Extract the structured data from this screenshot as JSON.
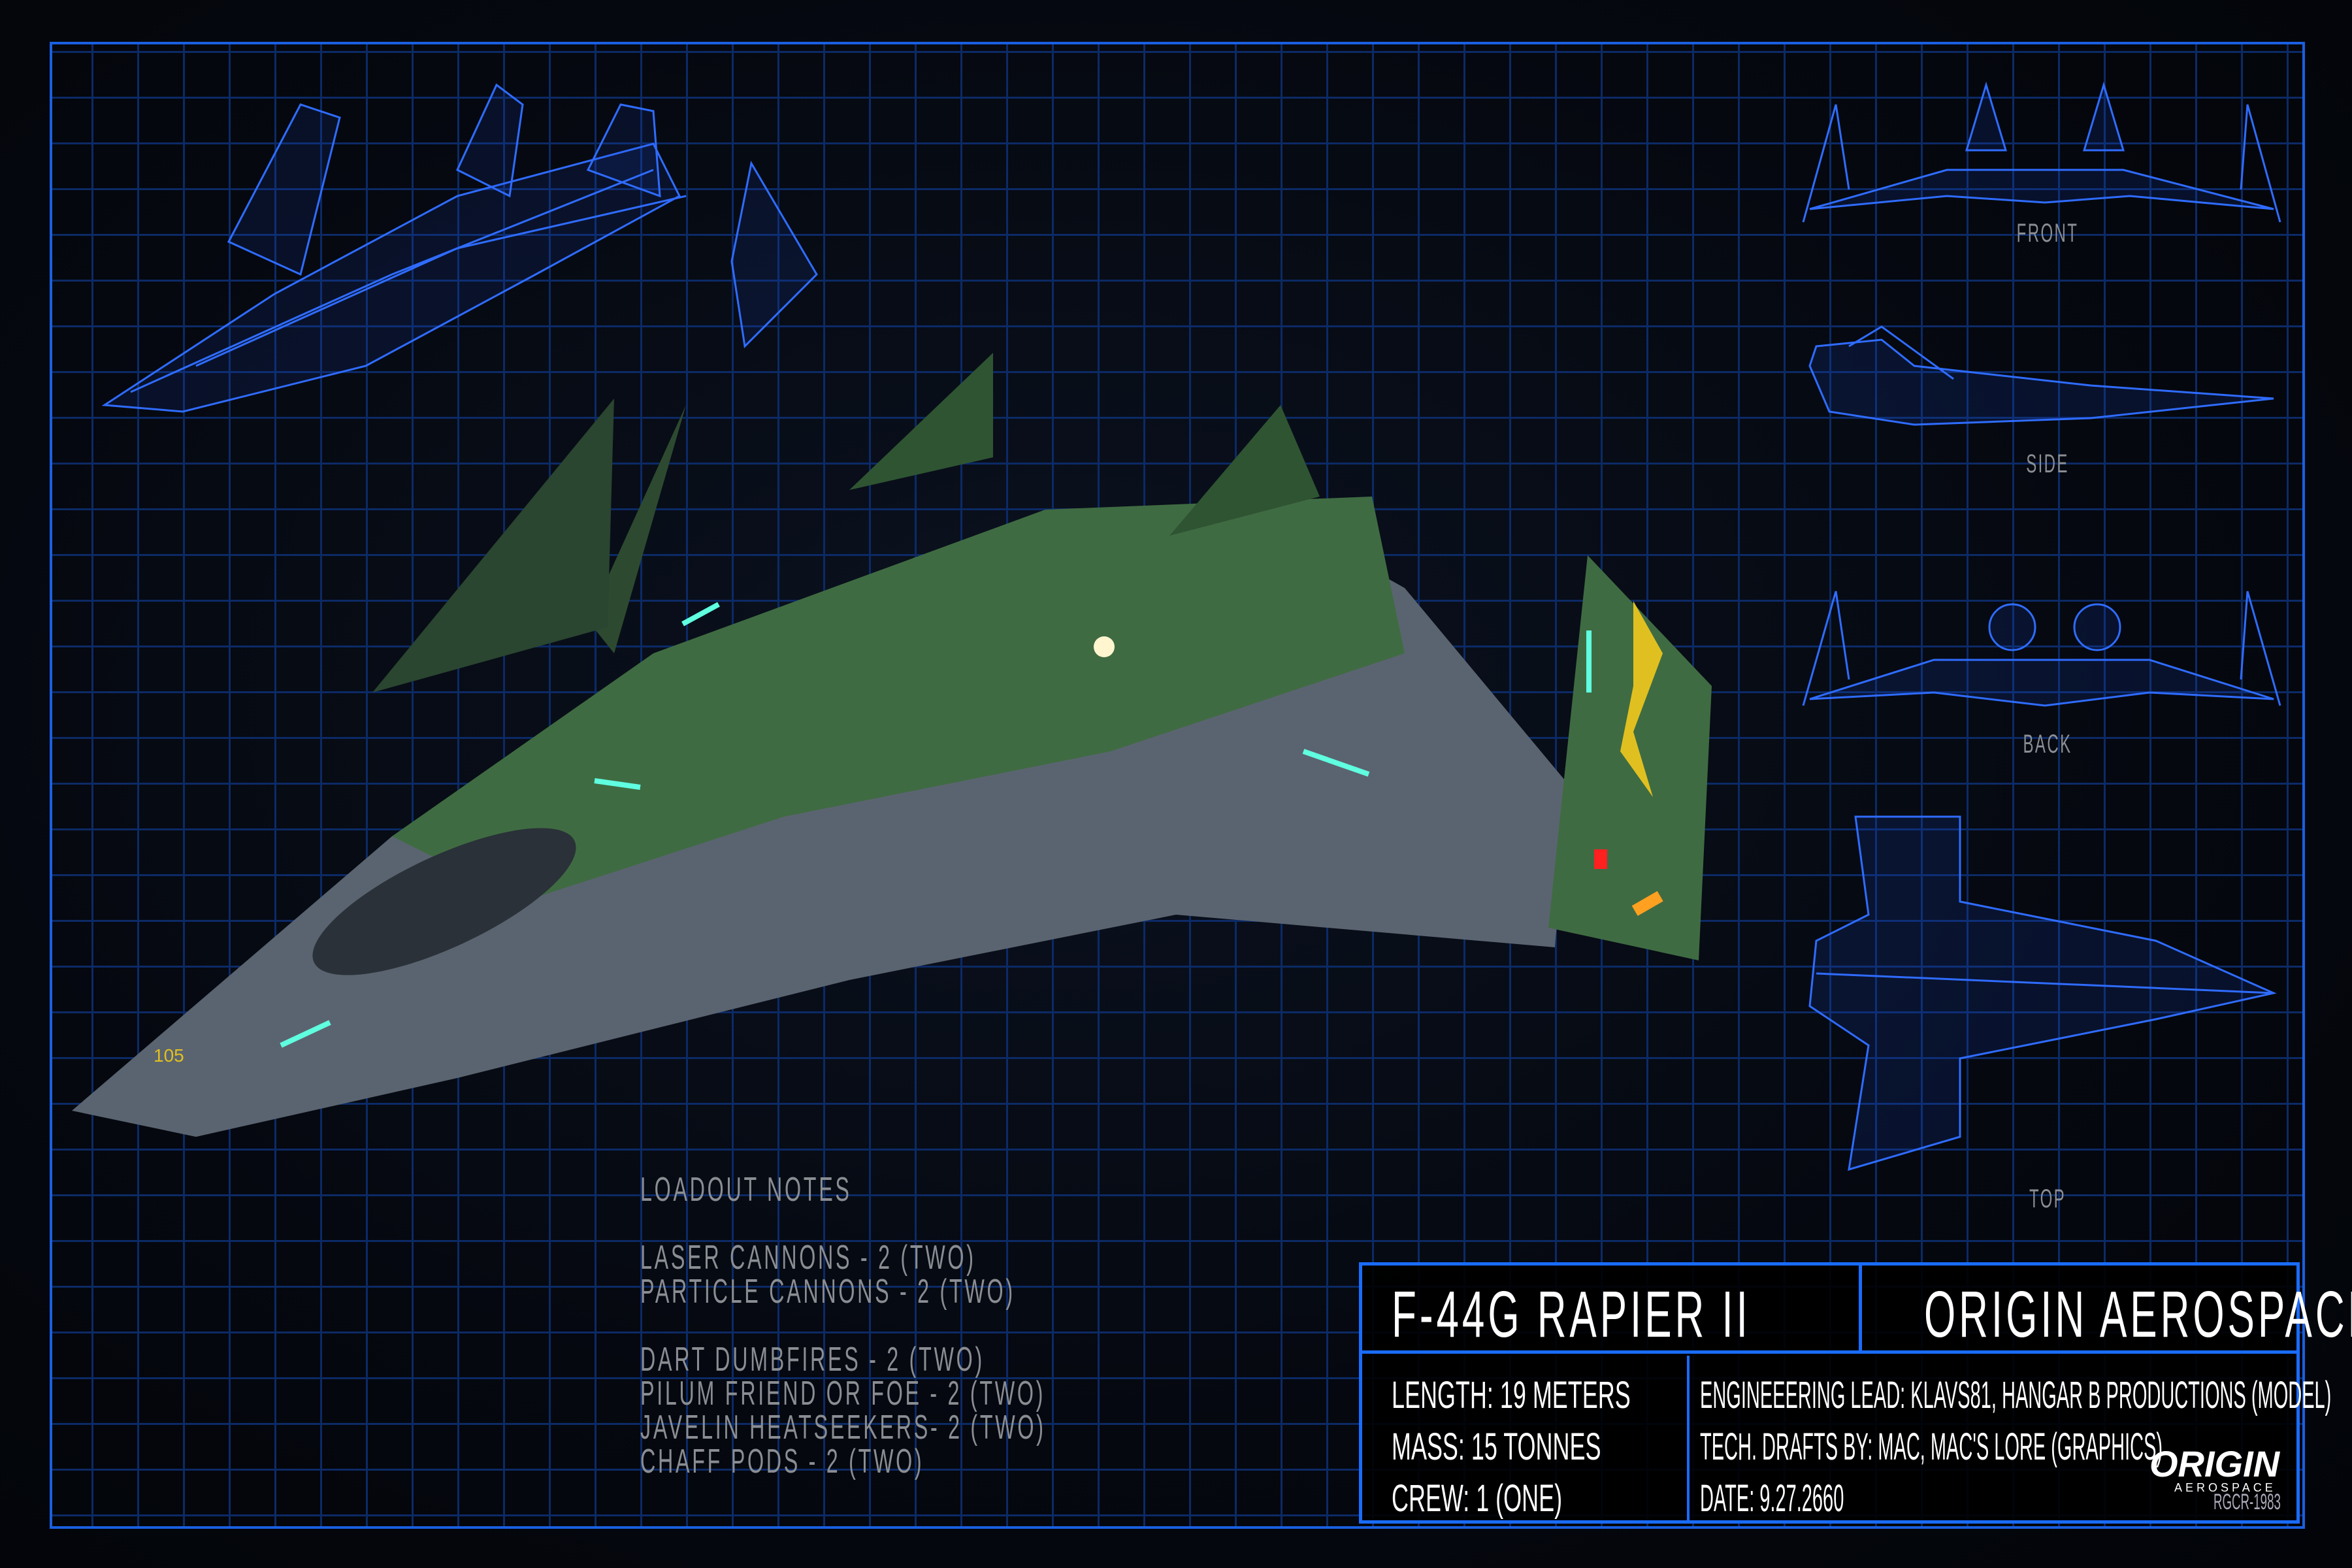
{
  "loadout": {
    "title": "LOADOUT NOTES",
    "guns": [
      "LASER CANNONS - 2 (TWO)",
      "PARTICLE CANNONS - 2 (TWO)"
    ],
    "missiles": [
      "DART DUMBFIRES - 2 (TWO)",
      "PILUM FRIEND OR FOE - 2 (TWO)",
      "JAVELIN HEATSEEKERS- 2 (TWO)",
      "CHAFF PODS - 2 (TWO)"
    ]
  },
  "views": {
    "front": "FRONT",
    "side": "SIDE",
    "back": "BACK",
    "top": "TOP"
  },
  "info": {
    "model": "F-44G RAPIER II",
    "manufacturer": "ORIGIN AEROSPACE",
    "length": "LENGTH: 19 METERS",
    "mass": "MASS: 15 TONNES",
    "crew": "CREW: 1 (ONE)",
    "engineering": "ENGINEEERING LEAD: KLAVS81, HANGAR B PRODUCTIONS (MODEL)",
    "drafts": "TECH. DRAFTS BY: MAC, MAC'S LORE  (GRAPHICS)",
    "date": "DATE: 9.27.2660",
    "logo_text": "ORIGIN",
    "logo_sub": "AEROSPACE",
    "code": "RGCR-1983"
  },
  "ship": {
    "hull_number": "105"
  },
  "colors": {
    "frame": "#1a6cff",
    "grid": "#0c2a66",
    "wire": "#2f6cff",
    "hull_green": "#4a7a4a"
  }
}
